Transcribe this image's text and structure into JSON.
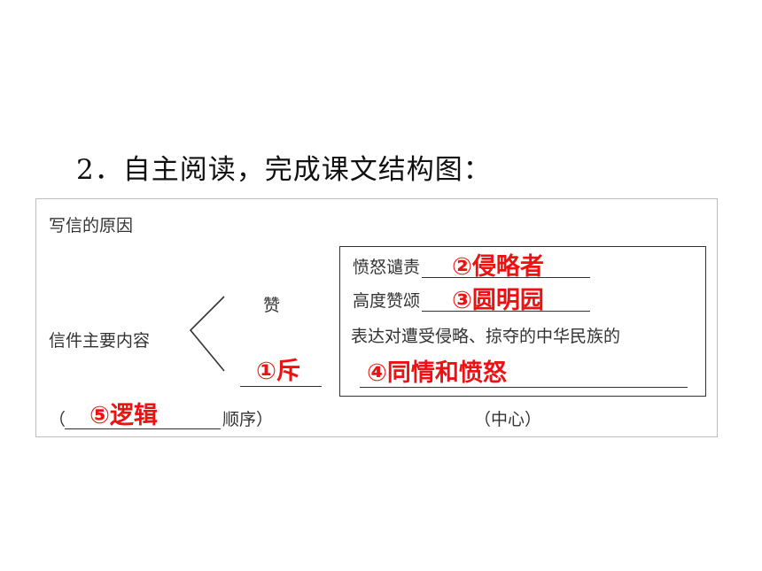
{
  "heading": "2．自主阅读，完成课文结构图：",
  "diagram": {
    "reason_label": "写信的原因",
    "main_content_label": "信件主要内容",
    "praise_label": "赞",
    "answer_1": "①斥",
    "order_open": "（",
    "answer_5": "⑤逻辑",
    "order_close": "顺序）",
    "center_label": "（中心）",
    "rows": {
      "anger_label": "愤怒谴责",
      "answer_2": "②侵略者",
      "praise_high_label": "高度赞颂",
      "answer_3": "③圆明园",
      "express_label": "表达对遭受侵略、掠夺的中华民族的",
      "answer_4": "④同情和愤怒"
    }
  },
  "colors": {
    "answer": "#ee1111",
    "line": "#333333",
    "box_border": "#bdbdbd"
  }
}
